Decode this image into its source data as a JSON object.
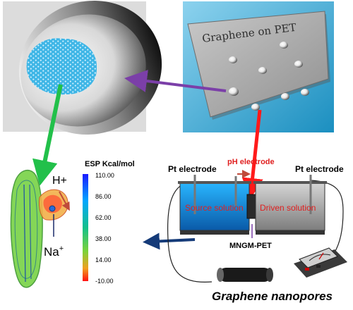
{
  "panels": {
    "pet_sheet_label": "Graphene on PET",
    "esp_title": "ESP Kcal/mol",
    "esp_ticks": [
      "110.00",
      "86.00",
      "62.00",
      "38.00",
      "14.00",
      "-10.00"
    ],
    "ion_h": "H+",
    "ion_na": "Na",
    "ion_na_sup": "+"
  },
  "cell": {
    "pt_left": "Pt electrode",
    "pt_right": "Pt electrode",
    "ph_electrode": "pH electrode",
    "source": "Source solution",
    "driven": "Driven solution",
    "membrane": "MNGM-PET",
    "caption": "Graphene nanopores"
  },
  "colors": {
    "purple_arrow": "#7b3fa8",
    "green_arrow": "#22c04a",
    "red_arrow": "#ff1a1a",
    "navy_arrow": "#143a78",
    "label_red": "#e02020"
  }
}
